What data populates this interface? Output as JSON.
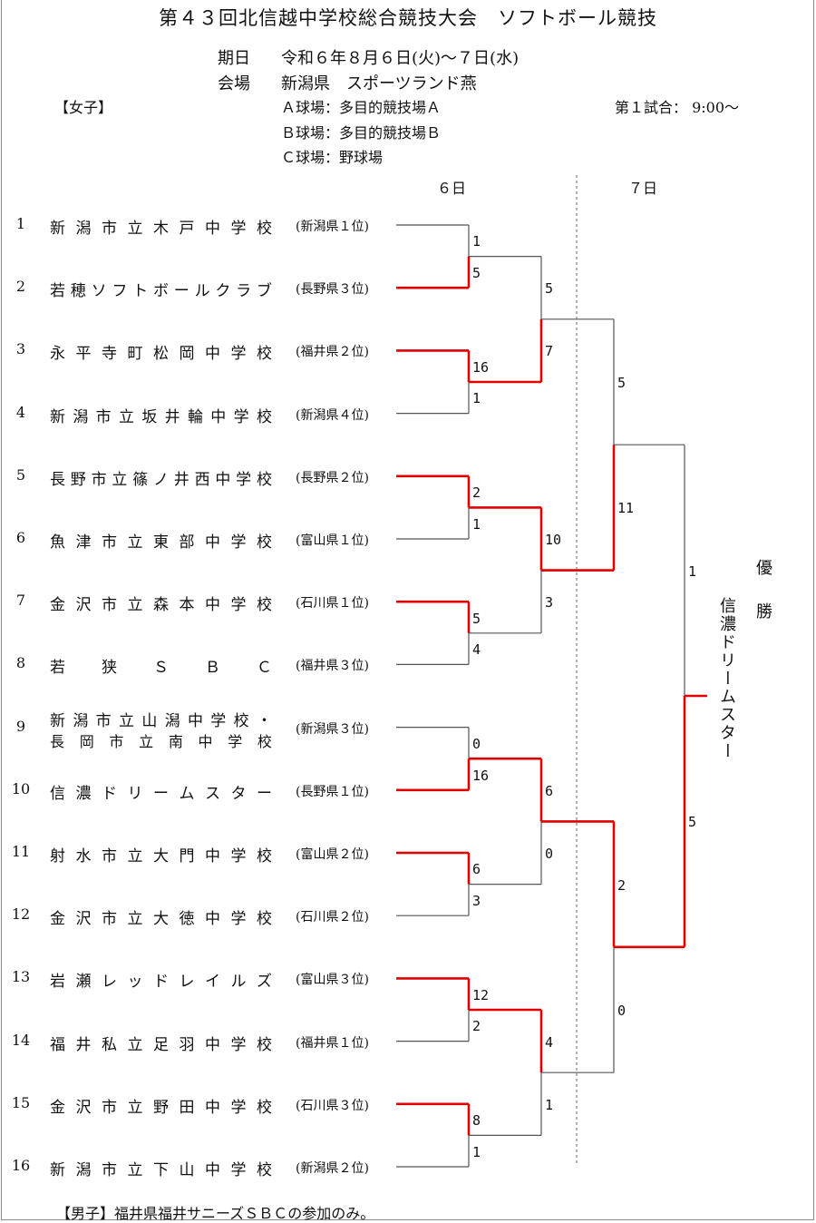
{
  "title": "第４３回北信越中学校総合競技大会　ソフトボール競技",
  "schedule": {
    "date_label": "期日",
    "date_value": "令和６年８月６日(火)～７日(水)",
    "venue_label": "会場",
    "venue_value": "新潟県　スポーツランド燕",
    "courts": [
      "Ａ球場：多目的競技場Ａ",
      "Ｂ球場：多目的競技場Ｂ",
      "Ｃ球場：野球場"
    ],
    "first_match": "第１試合：  9:00～"
  },
  "division": "【女子】",
  "days": [
    "６日",
    "７日"
  ],
  "teams": [
    {
      "no": "1",
      "name": "新潟市立木戸中学校",
      "pref": "(新潟県１位)"
    },
    {
      "no": "2",
      "name": "若穂ソフトボールクラブ",
      "pref": "(長野県３位)"
    },
    {
      "no": "3",
      "name": "永平寺町松岡中学校",
      "pref": "(福井県２位)"
    },
    {
      "no": "4",
      "name": "新潟市立坂井輪中学校",
      "pref": "(新潟県４位)"
    },
    {
      "no": "5",
      "name": "長野市立篠ノ井西中学校",
      "pref": "(長野県２位)"
    },
    {
      "no": "6",
      "name": "魚津市立東部中学校",
      "pref": "(富山県１位)"
    },
    {
      "no": "7",
      "name": "金沢市立森本中学校",
      "pref": "(石川県１位)"
    },
    {
      "no": "8",
      "name": "若狭ＳＢＣ",
      "pref": "(福井県３位)"
    },
    {
      "no": "9",
      "name": "新潟市立山潟中学校・",
      "name2": "長岡市立南中学校",
      "pref": "(新潟県３位)"
    },
    {
      "no": "10",
      "name": "信濃ドリームスター",
      "pref": "(長野県１位)"
    },
    {
      "no": "11",
      "name": "射水市立大門中学校",
      "pref": "(富山県２位)"
    },
    {
      "no": "12",
      "name": "金沢市立大徳中学校",
      "pref": "(石川県２位)"
    },
    {
      "no": "13",
      "name": "岩瀬レッドレイルズ",
      "pref": "(富山県３位)"
    },
    {
      "no": "14",
      "name": "福井私立足羽中学校",
      "pref": "(福井県１位)"
    },
    {
      "no": "15",
      "name": "金沢市立野田中学校",
      "pref": "(石川県３位)"
    },
    {
      "no": "16",
      "name": "新潟市立下山中学校",
      "pref": "(新潟県２位)"
    }
  ],
  "scores": {
    "r1": [
      "1",
      "5",
      "16",
      "1",
      "2",
      "1",
      "5",
      "4",
      "0",
      "16",
      "6",
      "3",
      "12",
      "2",
      "8",
      "1"
    ],
    "r2": [
      "5",
      "7",
      "10",
      "3",
      "6",
      "0",
      "4",
      "1"
    ],
    "sf": [
      "5",
      "11",
      "2",
      "0"
    ],
    "final": [
      "1",
      "5"
    ]
  },
  "champion_label": "優　勝",
  "champion": "信濃ドリームスター",
  "footnote": "【男子】福井県福井サニーズＳＢＣの参加のみ。",
  "colors": {
    "winner_line": "#e00000",
    "bracket_line": "#555555"
  }
}
